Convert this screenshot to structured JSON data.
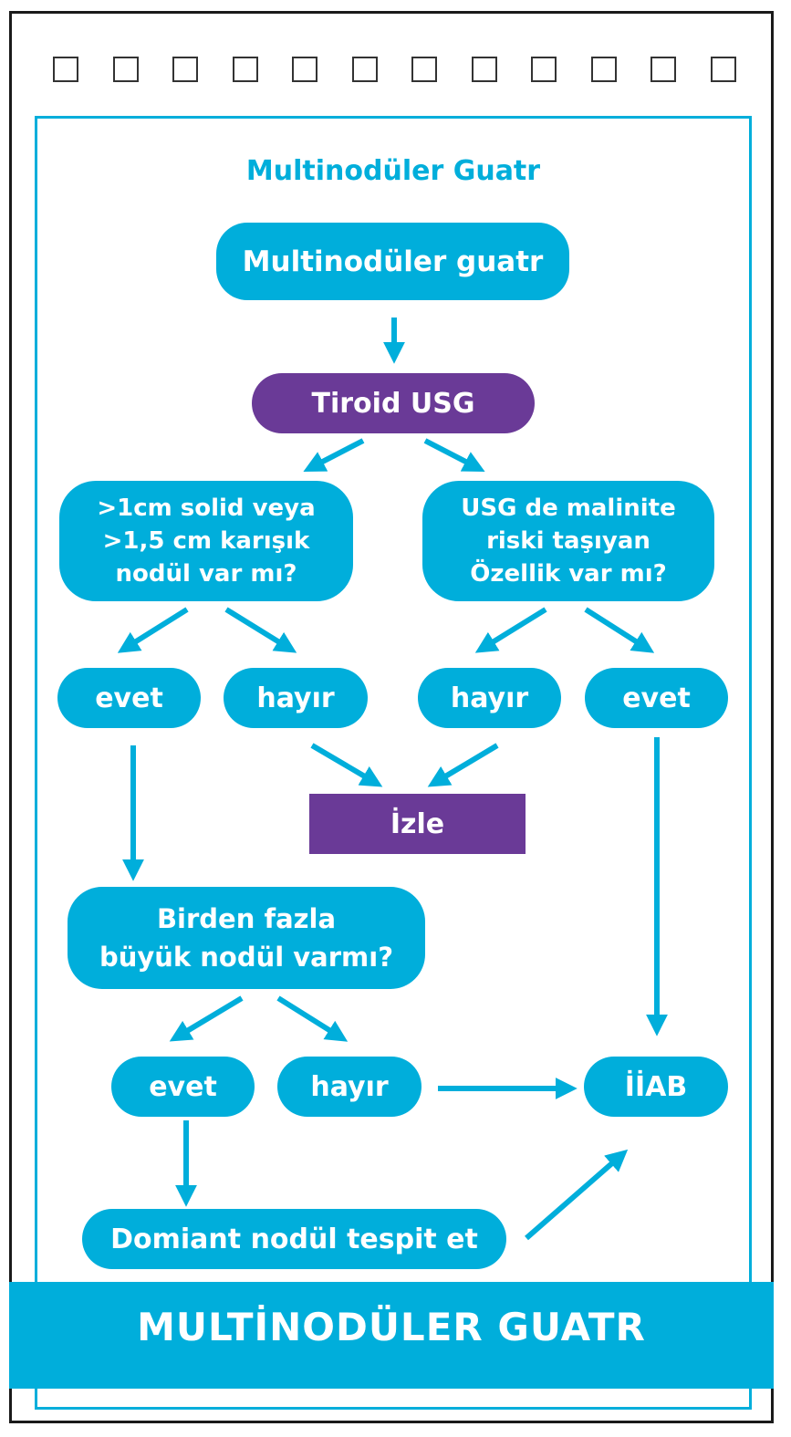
{
  "title": "Multinodüler Guatr",
  "footer": "MULTİNODÜLER GUATR",
  "colors": {
    "blue": "#00aedb",
    "purple": "#6a3a97",
    "border": "#1a1a1a"
  },
  "nodes": {
    "start": "Multinodüler guatr",
    "usg": "Tiroid USG",
    "q_solid": ">1cm solid veya\n>1,5 cm karışık\nnodül var mı?",
    "q_malign": "USG de malinite\nriski taşıyan\nÖzellik var mı?",
    "evet_left": "evet",
    "hayir_left": "hayır",
    "hayir_right": "hayır",
    "evet_right": "evet",
    "izle": "İzle",
    "q_multiple": "Birden fazla\nbüyük nodül varmı?",
    "evet_bottom": "evet",
    "hayir_bottom": "hayır",
    "iiab": "İİAB",
    "dominant": "Domiant nodül tespit et"
  }
}
